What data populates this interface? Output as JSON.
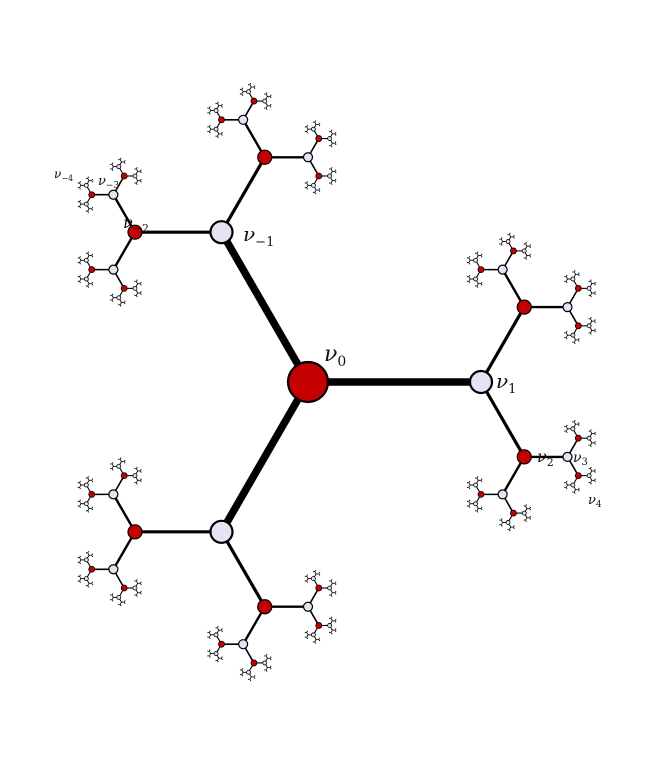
{
  "diagram": {
    "colors": {
      "background": "#ffffff",
      "edge": "#000000",
      "red_node": "#c40000",
      "blue_node": "#e4e2f3",
      "node_stroke": "#000000"
    },
    "root_label": "ν0",
    "labels": [
      {
        "id": "nu-0",
        "base": "ν",
        "sub": "0"
      },
      {
        "id": "nu-1",
        "base": "ν",
        "sub": "1"
      },
      {
        "id": "nu-2",
        "base": "ν",
        "sub": "2"
      },
      {
        "id": "nu-3",
        "base": "ν",
        "sub": "3"
      },
      {
        "id": "nu-4",
        "base": "ν",
        "sub": "4"
      },
      {
        "id": "nu-minus-1",
        "base": "ν",
        "sub": "−1"
      },
      {
        "id": "nu-minus-2",
        "base": "ν",
        "sub": "−2"
      },
      {
        "id": "nu-minus-3",
        "base": "ν",
        "sub": "−3"
      },
      {
        "id": "nu-minus-4",
        "base": "ν",
        "sub": "−4"
      }
    ]
  }
}
